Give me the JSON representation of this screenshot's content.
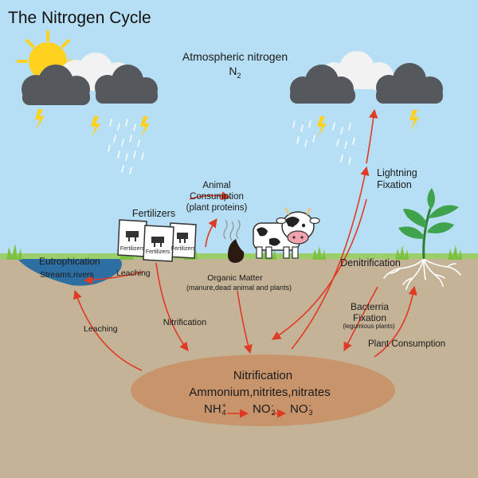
{
  "title": "The Nitrogen Cycle",
  "atmosphere": {
    "label": "Atmospheric nitrogen",
    "formula_base": "N",
    "formula_sub": "2"
  },
  "labels": {
    "lightning_fixation": [
      "Lightning",
      "Fixation"
    ],
    "animal_consumption": [
      "Animal",
      "Consumption",
      "(plant proteins)"
    ],
    "fertilizers": "Fertilizers",
    "fertilizer_bag_text": "Fertilizers",
    "eutrophication": "Eutrophication",
    "streams_rivers": "Streams,rivers",
    "leaching_upper": "Leaching",
    "leaching_lower": "Leaching",
    "organic_matter": "Organic Matter",
    "organic_matter_detail": "(manure,dead animal and plants)",
    "denitrification": "Denitrification",
    "bacteria_fixation": [
      "Bacterria",
      "Fixation"
    ],
    "bacteria_detail": "(legumious plants)",
    "nitrification_left": "Nitrification",
    "plant_consumption": "Plant Consumption"
  },
  "center": {
    "title": "Nitrification",
    "subtitle": "Ammonium,nitrites,nitrates",
    "chem": [
      {
        "base": "NH",
        "sup": "+",
        "sub": "4"
      },
      {
        "base": "NO",
        "sup": "-",
        "sub": "2"
      },
      {
        "base": "NO",
        "sup": "-",
        "sub": "3"
      }
    ]
  },
  "colors": {
    "sky": "#b6dff5",
    "soil": "#c4b397",
    "grass": "#7cc142",
    "water": "#2d6fa3",
    "arrow": "#e03a25",
    "nitrification_pool": "#c8946b",
    "sun": "#ffd21f",
    "cloud_dark": "#55585d",
    "cloud_light": "#f2f2f2"
  },
  "icons": [
    "sun-icon",
    "storm-cloud-icon",
    "lightning-bolt-icon",
    "rain-icon",
    "fertilizer-bag-icon",
    "cow-icon",
    "manure-icon",
    "plant-icon",
    "roots-icon",
    "steam-icon"
  ]
}
